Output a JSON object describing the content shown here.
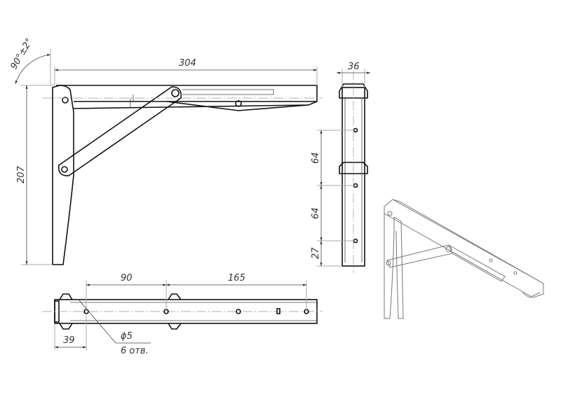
{
  "drawing": {
    "angle_label": "90°±2°",
    "dim_length": "304",
    "dim_height": "207",
    "dim_width": "36",
    "dim_hole_spacing_1": "64",
    "dim_hole_spacing_2": "64",
    "dim_hole_end": "27",
    "dim_plan_90": "90",
    "dim_plan_165": "165",
    "dim_plan_39": "39",
    "hole_diameter": "ϕ5",
    "hole_count": "6 отв."
  }
}
